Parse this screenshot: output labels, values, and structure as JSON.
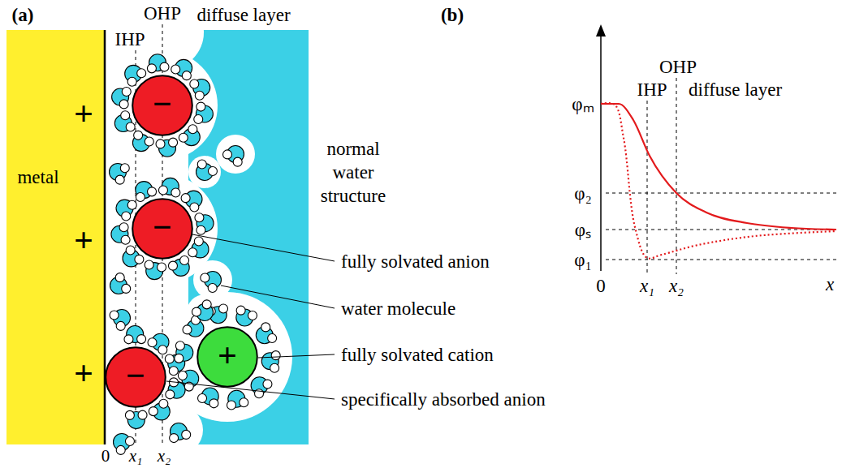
{
  "diagram": {
    "nodes": [
      {
        "text": [
          "metal",
          "+",
          "+",
          "+"
        ]
      },
      {
        "text": [
          "normal water structure"
        ]
      },
      {
        "text": [
          "−"
        ]
      },
      {
        "text": [
          "−"
        ]
      },
      {
        "text": [
          "+"
        ]
      },
      {
        "text": [
          "−"
        ]
      }
    ],
    "labels": [
      "(a)",
      "OHP",
      "IHP",
      "diffuse layer",
      "fully solvated anion",
      "water molecule",
      "fully solvated cation",
      "specifically absorbed anion",
      "0",
      "x₁",
      "x₂",
      "(b)",
      "OHP",
      "IHP",
      "diffuse layer",
      "φₘ",
      "φ₂",
      "φₛ",
      "φ₁",
      "0",
      "x₁",
      "x₂",
      "x"
    ]
  }
}
